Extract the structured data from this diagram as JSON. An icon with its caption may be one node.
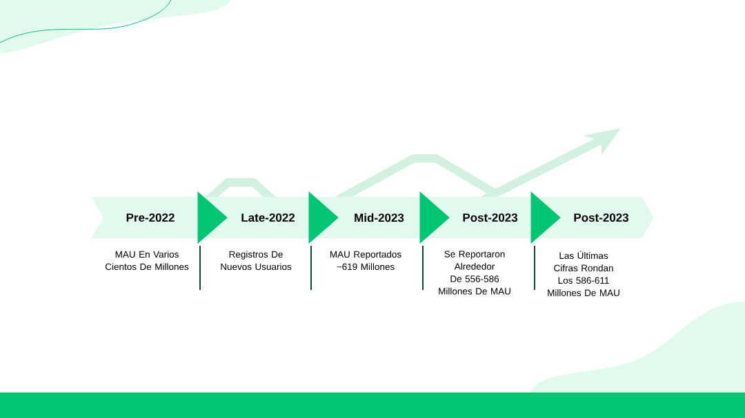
{
  "diagram": {
    "nodes": [
      {
        "text": [
          "Pre-2022"
        ],
        "beside": [
          "MAU En Varios Cientos De Millones"
        ]
      },
      {
        "text": [
          "Late-2022"
        ],
        "beside": [
          "Registros De Nuevos Usuarios"
        ]
      },
      {
        "text": [
          "Mid-2023"
        ],
        "beside": [
          "MAU Reportados ~619 Millones"
        ]
      },
      {
        "text": [
          "Post-2023"
        ],
        "beside": [
          "Se Reportaron Alrededor De 556-586 Millones De MAU"
        ]
      },
      {
        "text": [
          "Post-2023"
        ],
        "beside": [
          "Las Últimas Cifras Rondan Los 586-611 Millones De MAU"
        ]
      }
    ],
    "edges": [
      {
        "from": 0,
        "to": 1,
        "arrow": "to"
      },
      {
        "from": 1,
        "to": 2,
        "arrow": "to"
      },
      {
        "from": 2,
        "to": 3,
        "arrow": "to"
      },
      {
        "from": 3,
        "to": 4,
        "arrow": "to"
      }
    ]
  }
}
